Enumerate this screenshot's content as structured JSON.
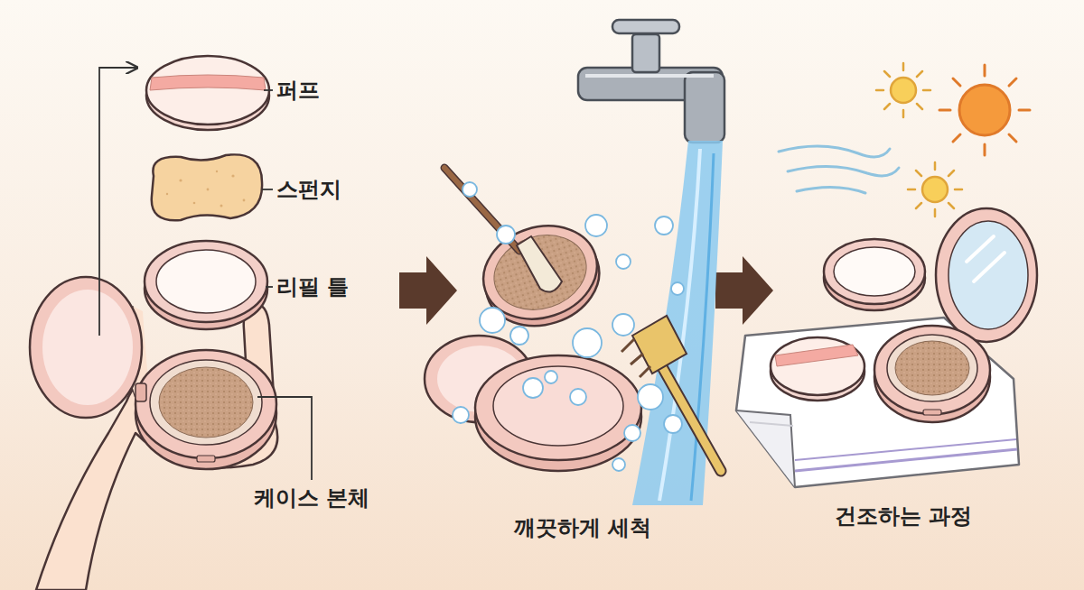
{
  "diagram": {
    "labels": [
      "퍼프",
      "스펀지",
      "리필 틀",
      "케이스 본체",
      "깨끗하게 세척",
      "건조하는 과정"
    ]
  }
}
